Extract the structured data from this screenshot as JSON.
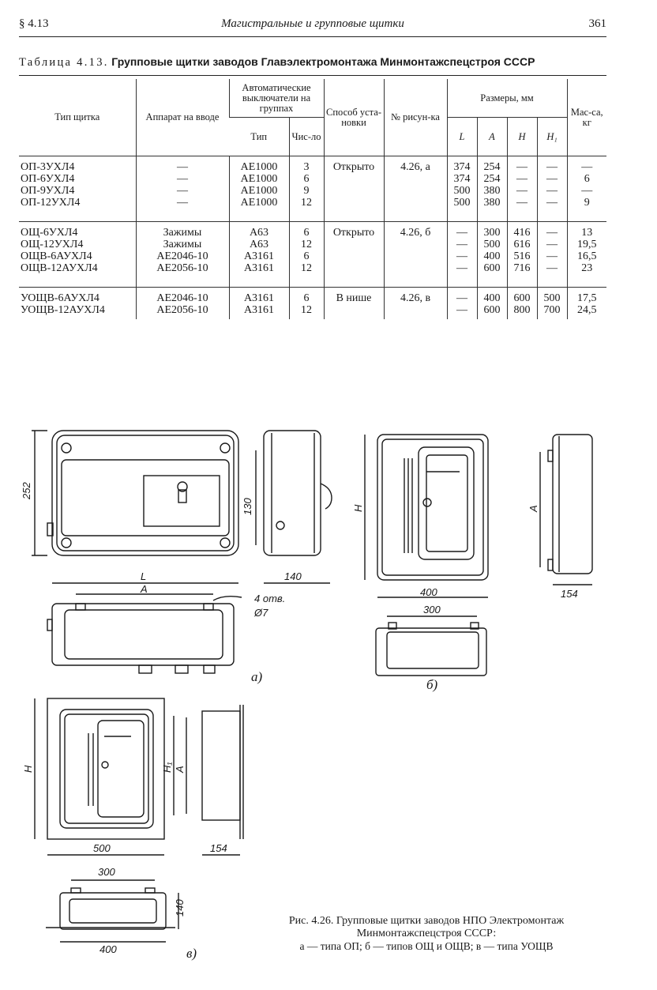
{
  "header": {
    "section": "§ 4.13",
    "title": "Магистральные и групповые щитки",
    "page": "361"
  },
  "table": {
    "label": "Таблица 4.13.",
    "title": "Групповые щитки заводов Главэлектромонтажа Минмонтажспецстроя СССР",
    "headers": {
      "type": "Тип щитка",
      "input": "Аппарат на вводе",
      "breakers": "Автоматические выключатели на группах",
      "breakers_type": "Тип",
      "breakers_count": "Чис-ло",
      "install": "Способ уста-новки",
      "figure": "№ рисун-ка",
      "dims": "Размеры, мм",
      "L": "L",
      "A": "A",
      "H": "H",
      "H1": "H₁",
      "mass": "Мас-са, кг"
    },
    "groups": [
      {
        "types": [
          "ОП-3УХЛ4",
          "ОП-6УХЛ4",
          "ОП-9УХЛ4",
          "ОП-12УХЛ4"
        ],
        "input": [
          "—",
          "—",
          "—",
          "—"
        ],
        "breaker_type": [
          "АЕ1000",
          "АЕ1000",
          "АЕ1000",
          "АЕ1000"
        ],
        "count": [
          "3",
          "6",
          "9",
          "12"
        ],
        "install": "Открыто",
        "figure": "4.26, а",
        "L": [
          "374",
          "374",
          "500",
          "500"
        ],
        "A": [
          "254",
          "254",
          "380",
          "380"
        ],
        "H": [
          "—",
          "—",
          "—",
          "—"
        ],
        "H1": [
          "—",
          "—",
          "—",
          "—"
        ],
        "mass": [
          "—",
          "6",
          "—",
          "9"
        ]
      },
      {
        "types": [
          "ОЩ-6УХЛ4",
          "ОЩ-12УХЛ4",
          "ОЩВ-6АУХЛ4",
          "ОЩВ-12АУХЛ4"
        ],
        "input": [
          "Зажимы",
          "Зажимы",
          "АЕ2046-10",
          "АЕ2056-10"
        ],
        "breaker_type": [
          "А63",
          "А63",
          "А3161",
          "А3161"
        ],
        "count": [
          "6",
          "12",
          "6",
          "12"
        ],
        "install": "Открыто",
        "figure": "4.26, б",
        "L": [
          "—",
          "—",
          "—",
          "—"
        ],
        "A": [
          "300",
          "500",
          "400",
          "600"
        ],
        "H": [
          "416",
          "616",
          "516",
          "716"
        ],
        "H1": [
          "—",
          "—",
          "—",
          "—"
        ],
        "mass": [
          "13",
          "19,5",
          "16,5",
          "23"
        ]
      },
      {
        "types": [
          "УОЩВ-6АУХЛ4",
          "УОЩВ-12АУХЛ4"
        ],
        "input": [
          "АЕ2046-10",
          "АЕ2056-10"
        ],
        "breaker_type": [
          "А3161",
          "А3161"
        ],
        "count": [
          "6",
          "12"
        ],
        "install": "В нише",
        "figure": "4.26, в",
        "L": [
          "—",
          "—"
        ],
        "A": [
          "400",
          "600"
        ],
        "H": [
          "600",
          "800"
        ],
        "H1": [
          "500",
          "700"
        ],
        "mass": [
          "17,5",
          "24,5"
        ]
      }
    ]
  },
  "figure": {
    "a": {
      "height": "252",
      "depth_side": "130",
      "width_side": "140",
      "L": "L",
      "A": "A",
      "holes": "4 отв.",
      "hole_dia": "Ø7",
      "label": "а)"
    },
    "b": {
      "H": "H",
      "A": "A",
      "width": "400",
      "depth": "154",
      "bottom": "300",
      "label": "б)"
    },
    "c": {
      "H": "H",
      "H1": "H₁",
      "A": "A",
      "width": "500",
      "depth": "154",
      "bottom_a": "300",
      "bottom_h": "140",
      "bottom_w": "400",
      "label": "в)"
    },
    "caption": {
      "line1": "Рис. 4.26. Групповые щитки заводов НПО Электромонтаж",
      "line2": "Минмонтажспецстроя СССР:",
      "line3": "а — типа ОП; б — типов ОЩ и ОЩВ; в — типа УОЩВ"
    }
  }
}
